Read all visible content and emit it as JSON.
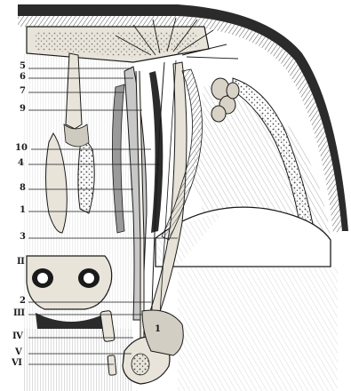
{
  "figure": {
    "palette": {
      "paper": "#ffffff",
      "ink": "#1a1a1a",
      "shade_dark": "#2b2b2b",
      "shade_mid": "#7a7a7a",
      "shade_light": "#c8c8c8",
      "bone": "#e8e4da"
    },
    "left_labels": {
      "l5": "5",
      "l6": "6",
      "l7": "7",
      "l9": "9",
      "l10": "10",
      "l4": "4",
      "l8": "8",
      "l1": "1",
      "l3": "3",
      "lII": "II",
      "l2": "2",
      "lIII": "III",
      "lIV": "IV",
      "lV": "V",
      "lVI": "VI"
    },
    "inner_labels": {
      "i1": "1"
    }
  }
}
